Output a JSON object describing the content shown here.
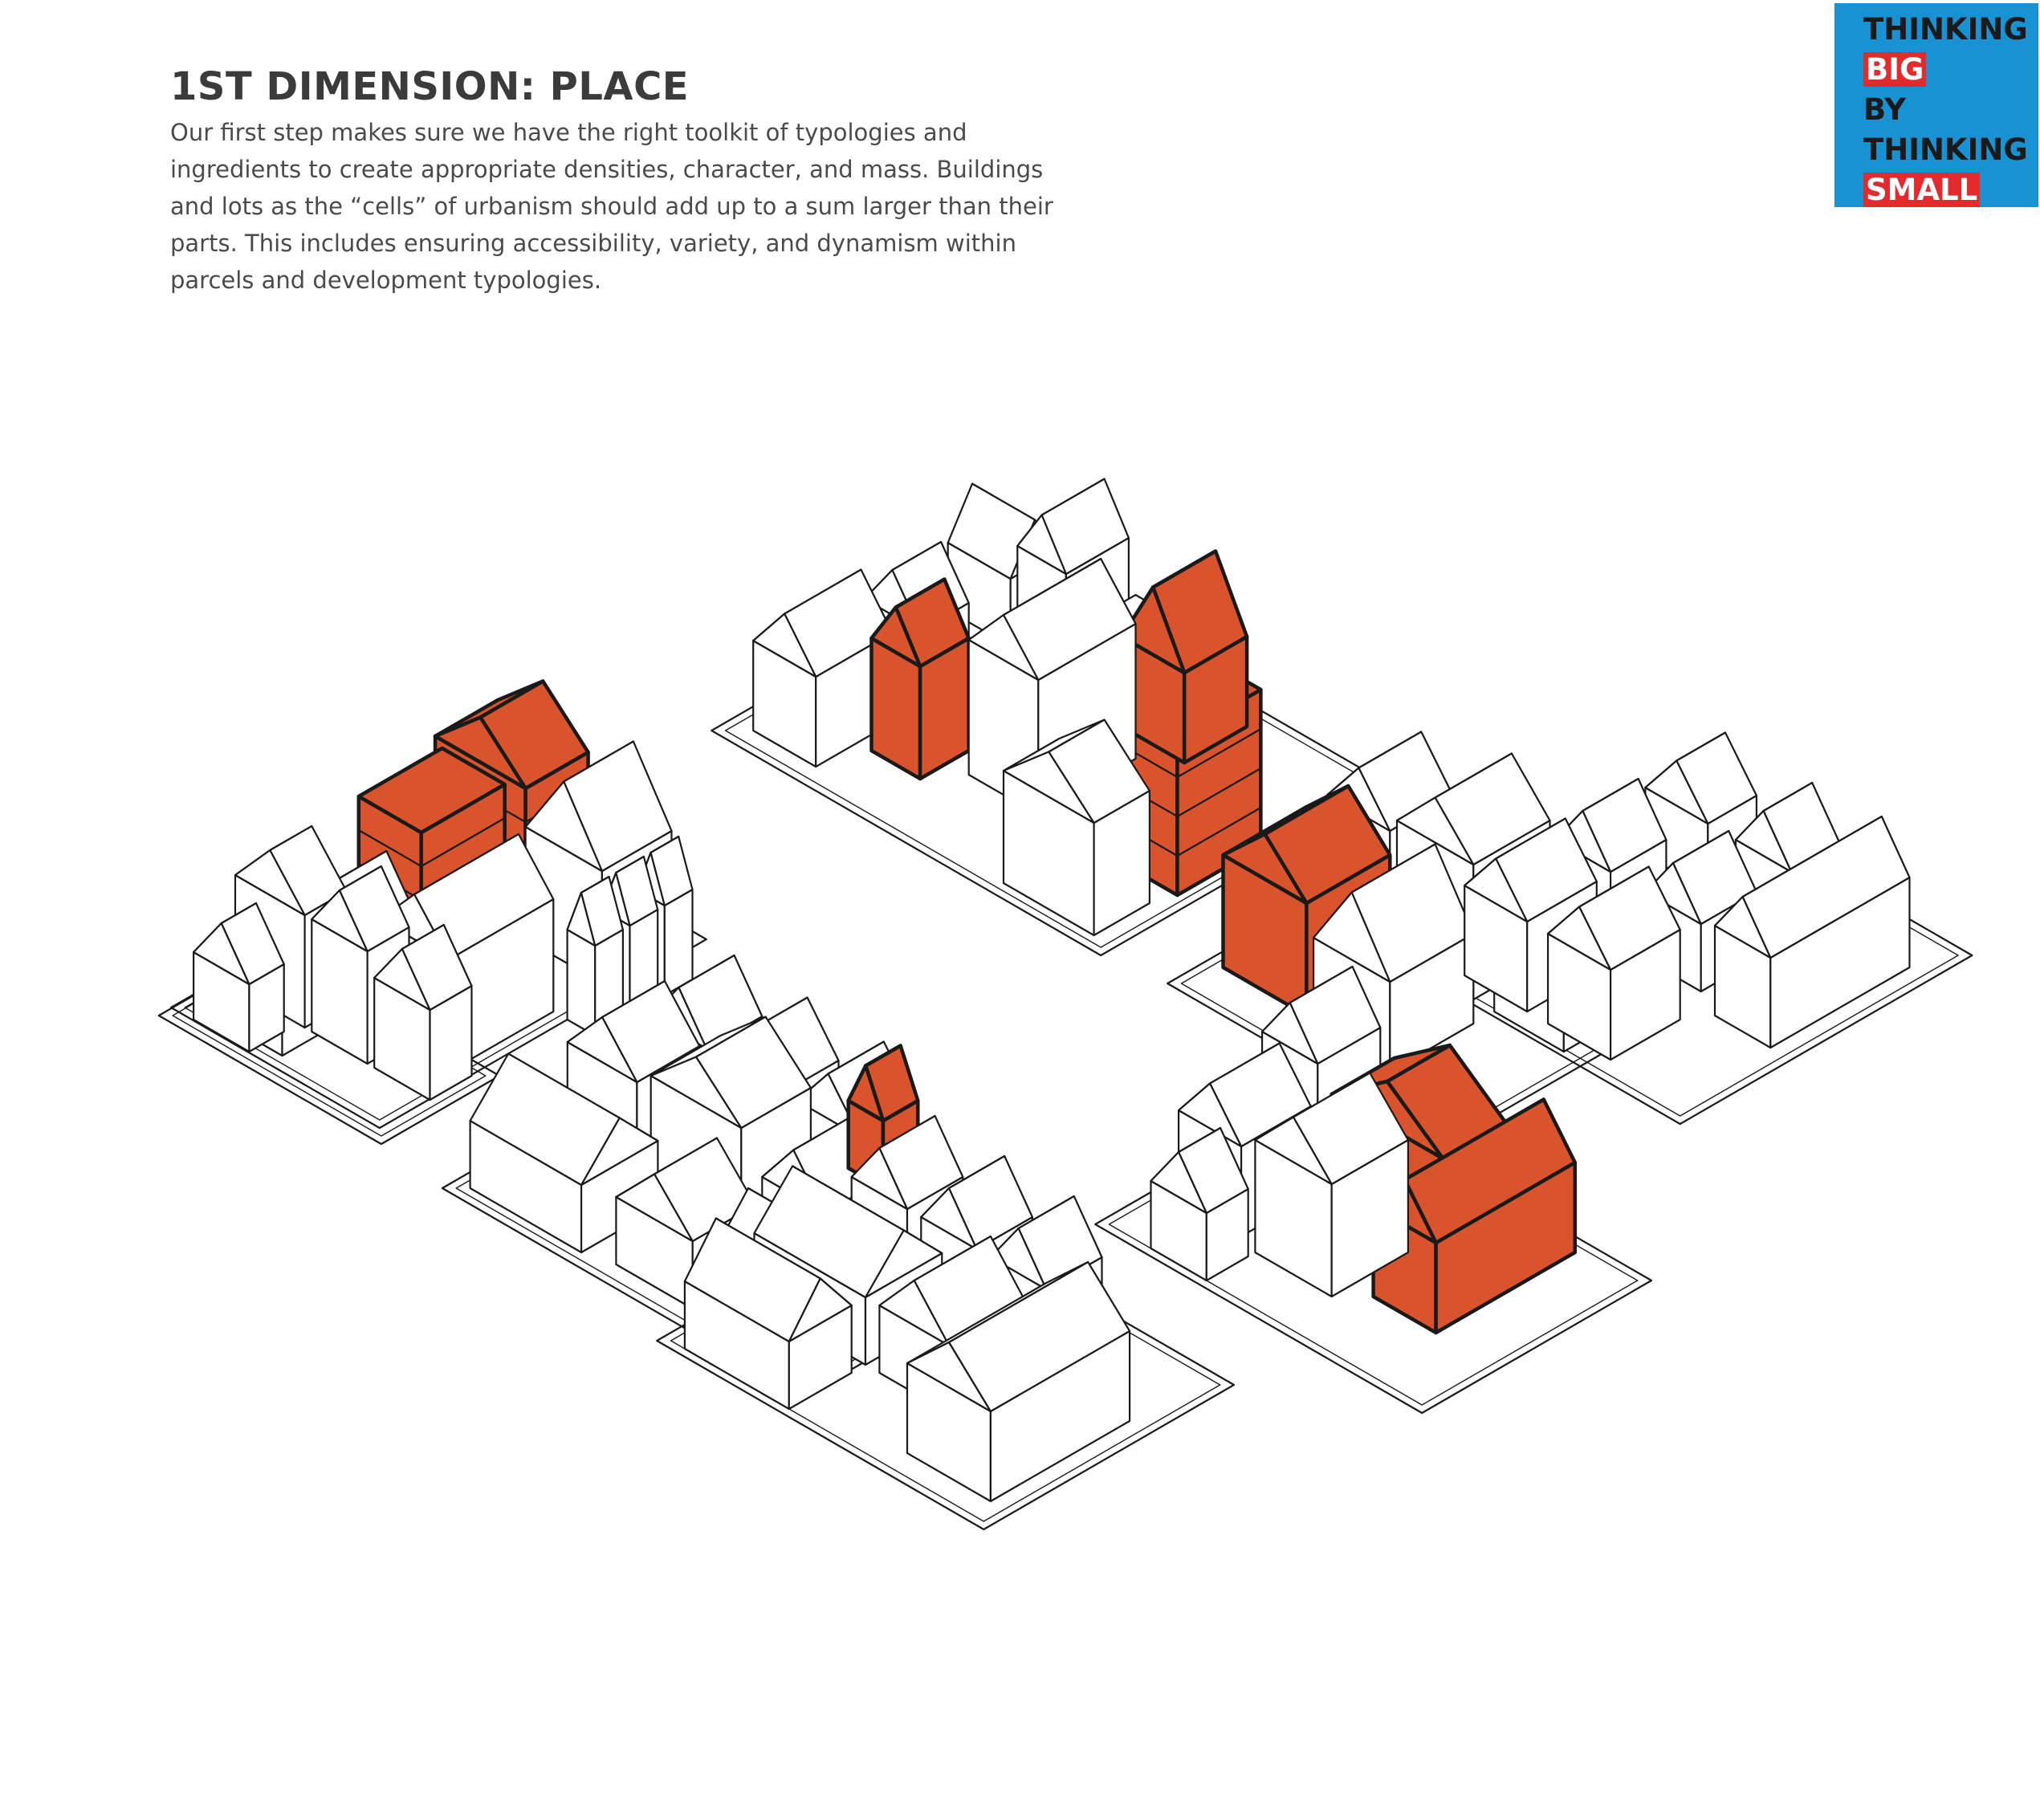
{
  "header": {
    "title": "1ST DIMENSION: PLACE",
    "body_lines": [
      "Our first step makes sure we have the right toolkit of typologies and",
      "ingredients to create appropriate densities, character, and mass. Buildings",
      "and lots as the “cells” of urbanism should add up to a sum larger than their",
      "parts. This includes ensuring accessibility, variety, and dynamism within",
      "parcels and development typologies."
    ]
  },
  "badge": {
    "lines": [
      "THINKING",
      "BIG",
      "BY",
      "THINKING",
      "SMALL"
    ],
    "highlighted": [
      "BIG",
      "SMALL"
    ],
    "background_color": "#1992d4",
    "highlight_color": "#e32b2e"
  },
  "diagram": {
    "style": "isometric line drawing",
    "building_fill": "#ffffff",
    "highlight_fill": "#d9542c",
    "outline_color": "#1a1a1a"
  }
}
